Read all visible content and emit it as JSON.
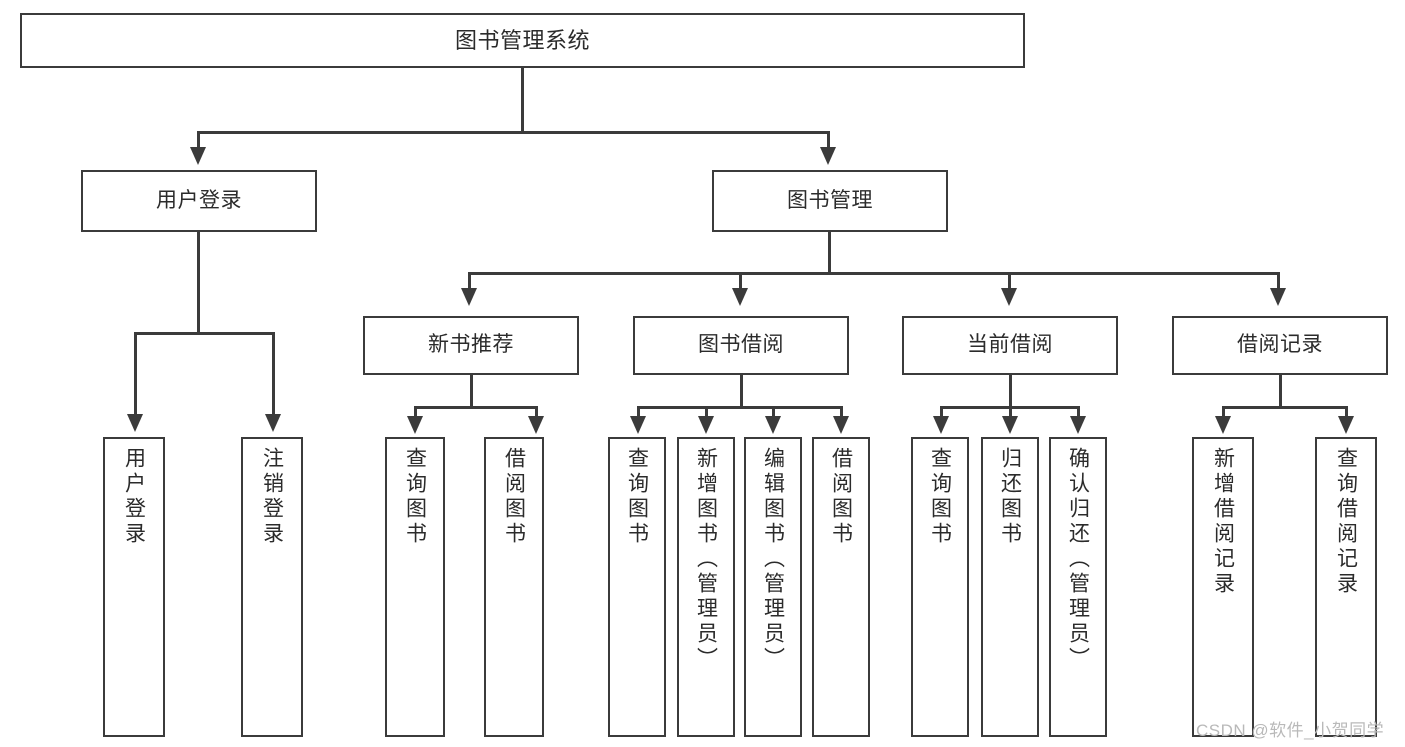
{
  "diagram": {
    "title": "图书管理系统",
    "type": "tree",
    "watermark": "CSDN @软件_小贺同学",
    "colors": {
      "stroke": "#3b3b3b",
      "box_fill": "#ffffff",
      "text": "#2b2b2b",
      "background": "#ffffff",
      "watermark": "#b9b9b9"
    }
  },
  "nodes": {
    "root": {
      "label": "图书管理系统",
      "level": 1
    },
    "l2": [
      {
        "id": "user-login",
        "label": "用户登录",
        "level": 2
      },
      {
        "id": "book-manage",
        "label": "图书管理",
        "level": 2
      }
    ],
    "l3": [
      {
        "id": "new-book-recommend",
        "label": "新书推荐",
        "level": 3,
        "parent": "book-manage"
      },
      {
        "id": "book-borrow",
        "label": "图书借阅",
        "level": 3,
        "parent": "book-manage"
      },
      {
        "id": "current-borrow",
        "label": "当前借阅",
        "level": 3,
        "parent": "book-manage"
      },
      {
        "id": "borrow-record",
        "label": "借阅记录",
        "level": 3,
        "parent": "book-manage"
      }
    ],
    "leaves": [
      {
        "id": "leaf-user-login",
        "label": "用户登录",
        "parent": "user-login"
      },
      {
        "id": "leaf-logout-login",
        "label": "注销登录",
        "parent": "user-login"
      },
      {
        "id": "leaf-query-book-1",
        "label": "查询图书",
        "parent": "new-book-recommend"
      },
      {
        "id": "leaf-borrow-book-1",
        "label": "借阅图书",
        "parent": "new-book-recommend"
      },
      {
        "id": "leaf-query-book-2",
        "label": "查询图书",
        "parent": "book-borrow"
      },
      {
        "id": "leaf-add-book",
        "label": "新增图书（管理员）",
        "parent": "book-borrow"
      },
      {
        "id": "leaf-edit-book",
        "label": "编辑图书（管理员）",
        "parent": "book-borrow"
      },
      {
        "id": "leaf-borrow-book-2",
        "label": "借阅图书",
        "parent": "book-borrow"
      },
      {
        "id": "leaf-query-book-3",
        "label": "查询图书",
        "parent": "current-borrow"
      },
      {
        "id": "leaf-return-book",
        "label": "归还图书",
        "parent": "current-borrow"
      },
      {
        "id": "leaf-confirm-return",
        "label": "确认归还（管理员）",
        "parent": "current-borrow"
      },
      {
        "id": "leaf-add-record",
        "label": "新增借阅记录",
        "parent": "borrow-record"
      },
      {
        "id": "leaf-query-record",
        "label": "查询借阅记录",
        "parent": "borrow-record"
      }
    ]
  }
}
